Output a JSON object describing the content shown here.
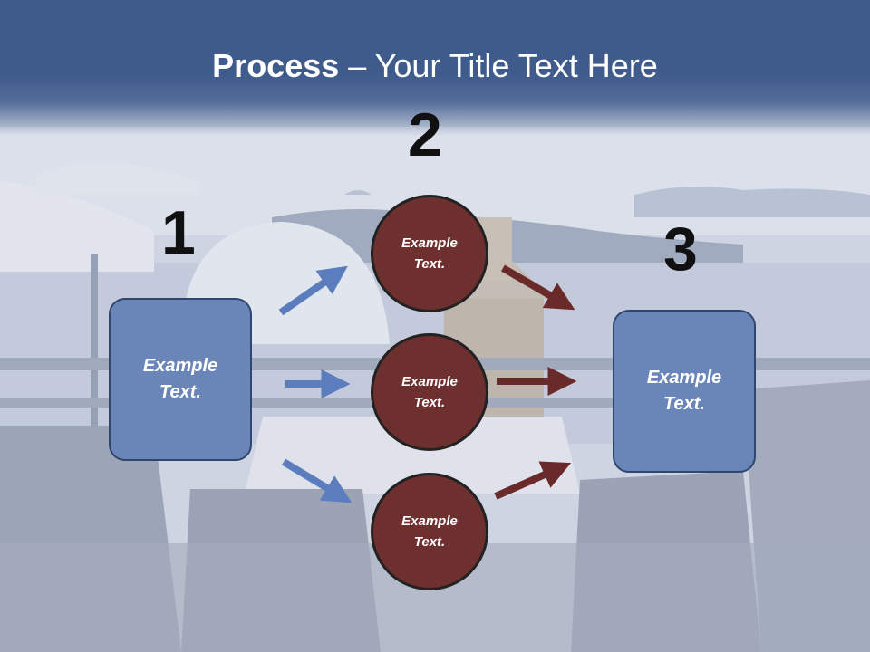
{
  "slide": {
    "title_bold": "Process",
    "title_rest": " – Your Title Text Here"
  },
  "steps": {
    "n1": "1",
    "n2": "2",
    "n3": "3"
  },
  "left_box": {
    "line1": "Example",
    "line2": "Text."
  },
  "right_box": {
    "line1": "Example",
    "line2": "Text."
  },
  "circles": [
    {
      "line1": "Example",
      "line2": "Text."
    },
    {
      "line1": "Example",
      "line2": "Text."
    },
    {
      "line1": "Example",
      "line2": "Text."
    }
  ],
  "colors": {
    "header_blue": "#3f5b8c",
    "box_blue": "#6a85b8",
    "circle_red": "#6e2f2f",
    "arrow_blue": "#5b7dbd",
    "arrow_red": "#6b2a2a"
  }
}
